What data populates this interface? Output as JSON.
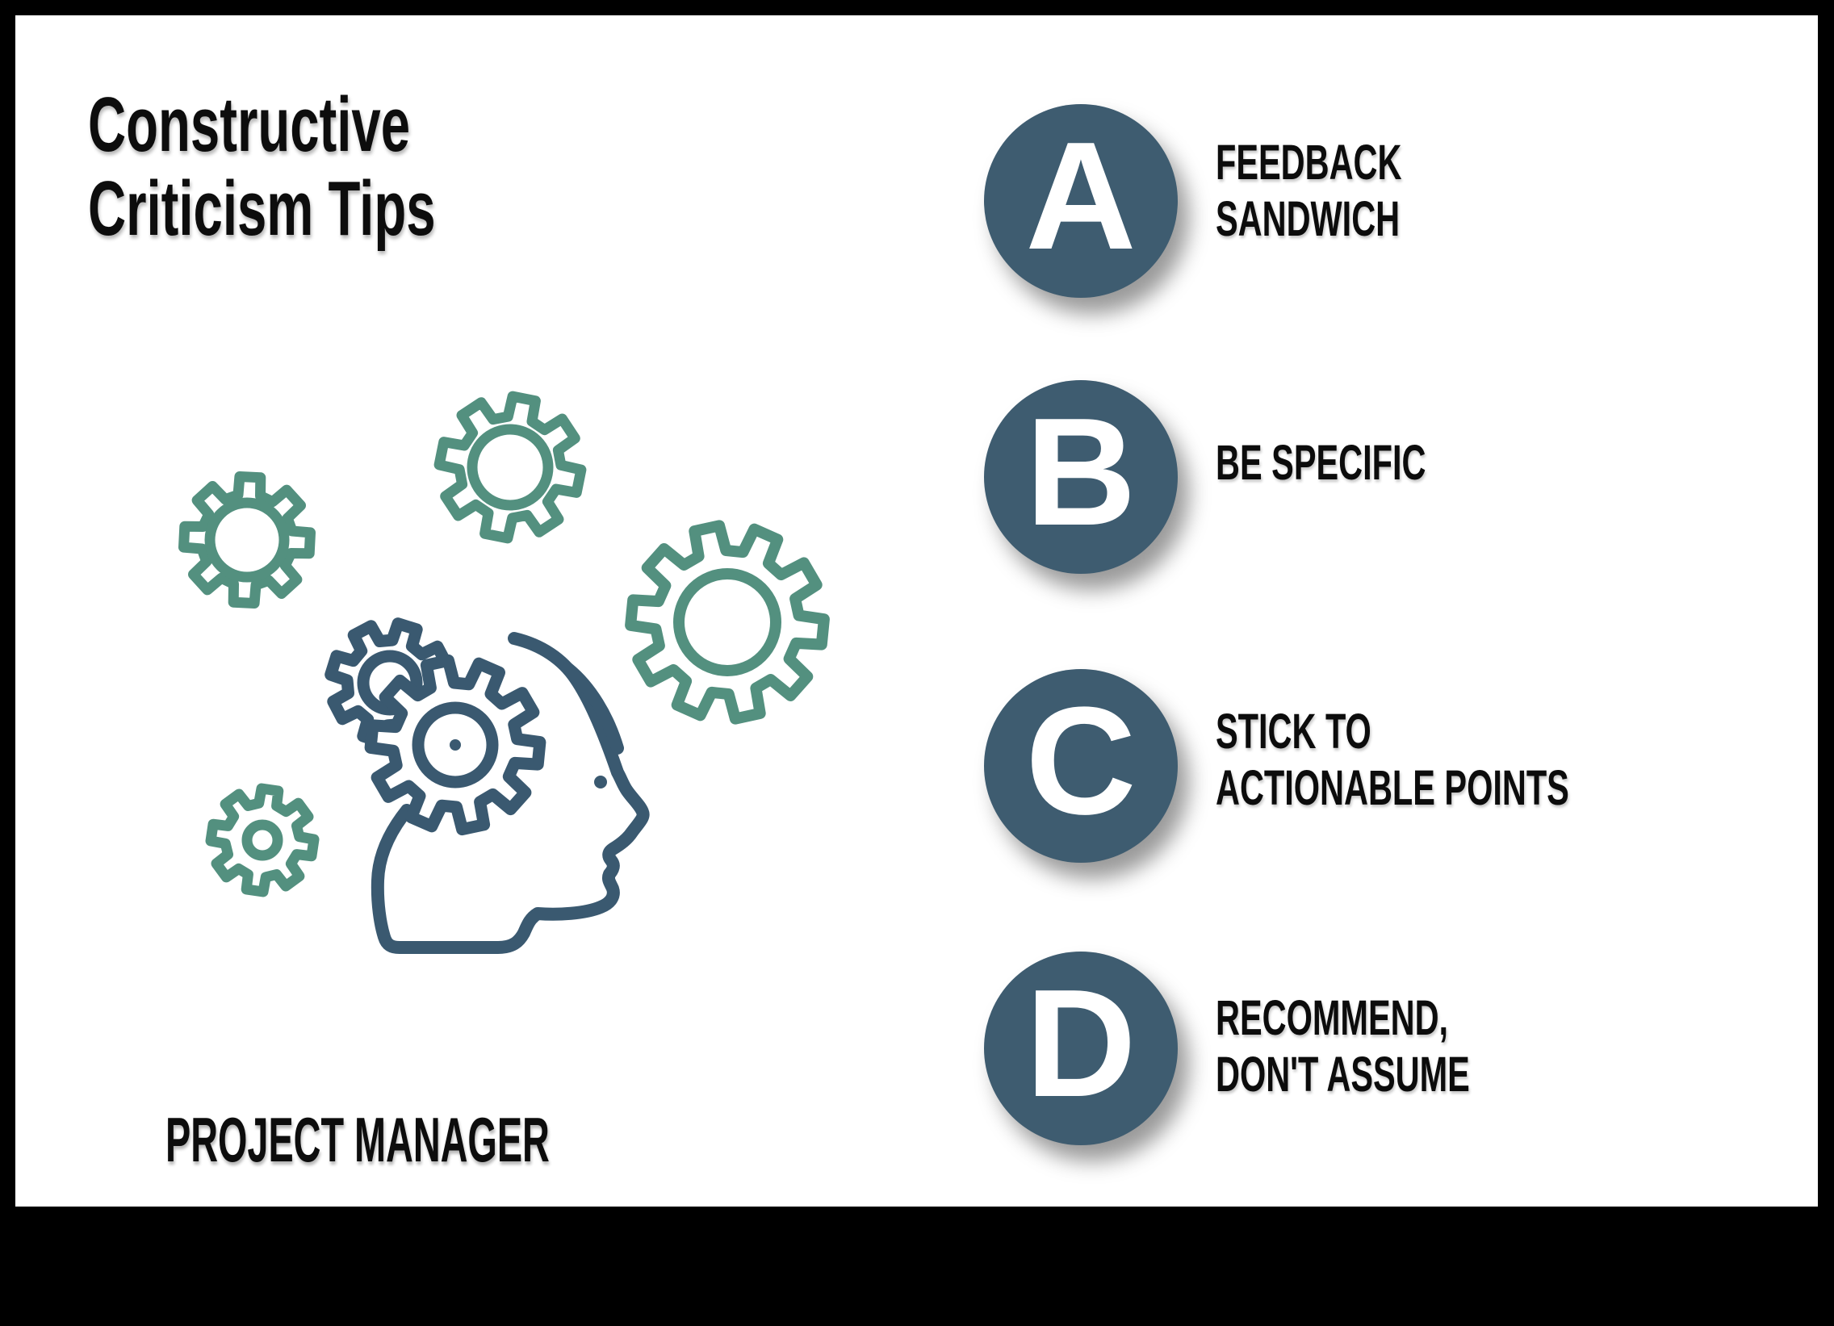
{
  "title": {
    "line1": "Constructive",
    "line2": "Criticism Tips"
  },
  "footer": {
    "role_label": "PROJECT MANAGER"
  },
  "tips": [
    {
      "letter": "A",
      "lines": [
        "FEEDBACK",
        "SANDWICH"
      ]
    },
    {
      "letter": "B",
      "lines": [
        "BE SPECIFIC"
      ]
    },
    {
      "letter": "C",
      "lines": [
        "STICK TO",
        "ACTIONABLE POINTS"
      ]
    },
    {
      "letter": "D",
      "lines": [
        "RECOMMEND,",
        "DON'T ASSUME"
      ]
    }
  ],
  "icons": {
    "illustration": "head-with-gears-icon",
    "floating_gears": "gear-icon"
  },
  "colors": {
    "frame_bg": "#000000",
    "card_bg": "#FFFFFF",
    "badge_fill": "#3E5C70",
    "badge_letter": "#FFFFFF",
    "gear_teal": "#53907F",
    "gear_dark": "#3A5970",
    "text_black": "#0D0D0D"
  }
}
